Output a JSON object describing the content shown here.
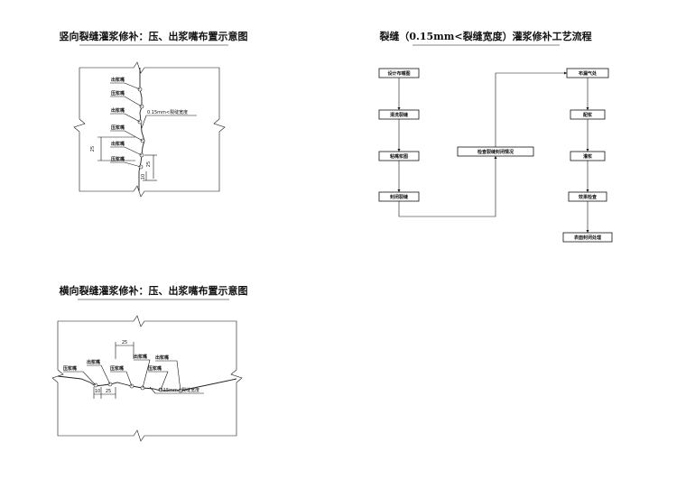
{
  "vertical_diagram": {
    "title": "竖向裂缝灌浆修补：压、出浆嘴布置示意图",
    "labels": [
      "出浆嘴",
      "压浆嘴",
      "出浆嘴",
      "压浆嘴",
      "出浆嘴",
      "压浆嘴"
    ],
    "crack_width_label": "0.15mm<裂缝宽度",
    "dim_25": "25",
    "dim_10": "10"
  },
  "horizontal_diagram": {
    "title": "横向裂缝灌浆修补：压、出浆嘴布置示意图",
    "labels": [
      "压浆嘴",
      "出浆嘴",
      "压浆嘴",
      "出浆嘴",
      "压浆嘴",
      "出浆嘴"
    ],
    "crack_width_label": "0.15mm<裂缝宽度",
    "dim_25_top": "25",
    "dim_25_bottom": "25",
    "dim_10": "10"
  },
  "flowchart": {
    "title": "裂缝（0.15mm<裂缝宽度）灌浆修补工艺流程",
    "left_column": [
      "设计布嘴图",
      "清洗裂缝",
      "粘嘴浆图",
      "封闭裂缝"
    ],
    "middle": "检查裂缝封闭情况",
    "right_column": [
      "布漏气处",
      "配浆",
      "灌浆",
      "效果检查",
      "表面封闭处理"
    ]
  },
  "colors": {
    "line": "#111111",
    "background": "#ffffff"
  }
}
